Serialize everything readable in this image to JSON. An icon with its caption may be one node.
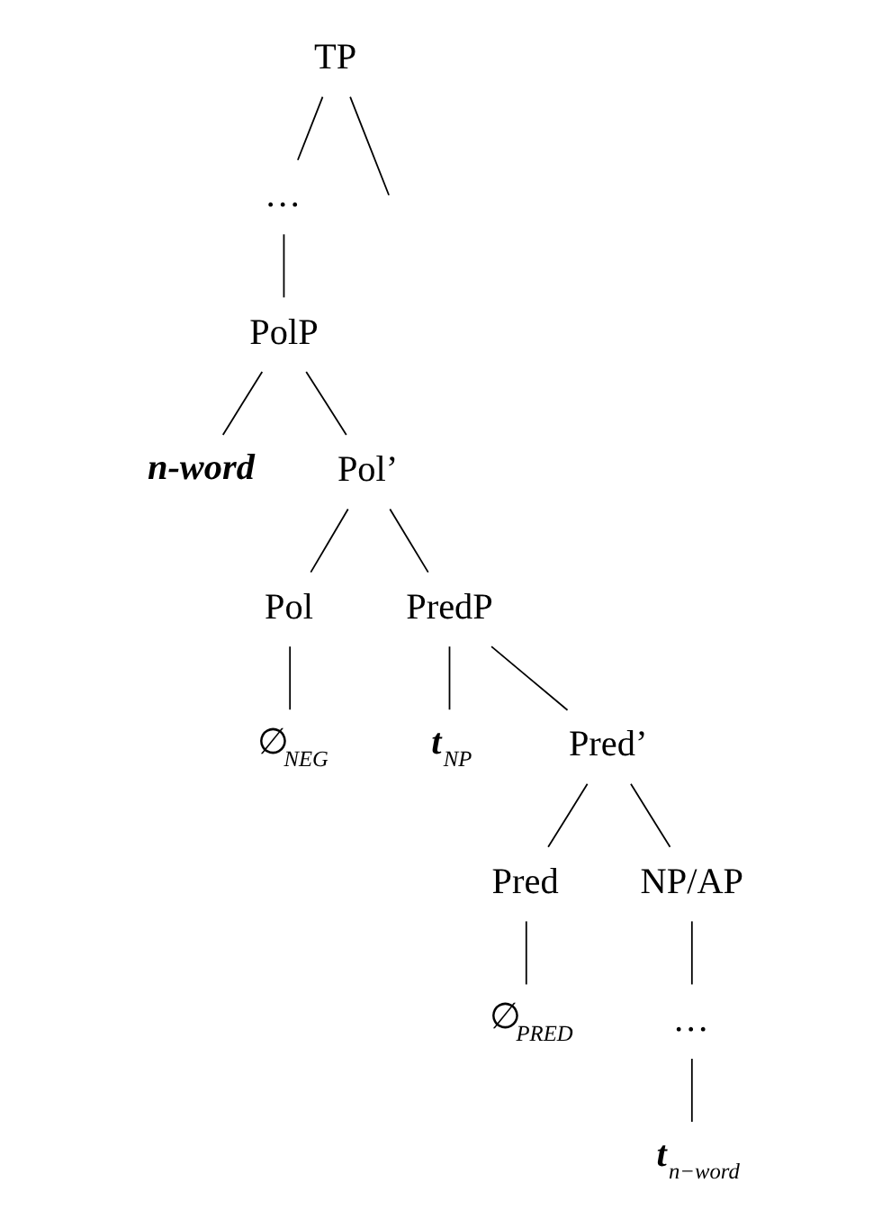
{
  "diagram": {
    "nodes": [
      {
        "text": [
          "TP"
        ]
      },
      {
        "text": [
          "…"
        ]
      },
      {
        "text": [
          "PolP"
        ]
      },
      {
        "text": [
          "n-word"
        ]
      },
      {
        "text": [
          "Pol’"
        ]
      },
      {
        "text": [
          "Pol"
        ]
      },
      {
        "text": [
          "PredP"
        ]
      },
      {
        "text": [
          "∅$_{NEG}$"
        ]
      },
      {
        "text": [
          "t$_{NP}$"
        ]
      },
      {
        "text": [
          "Pred’"
        ]
      },
      {
        "text": [
          "Pred"
        ]
      },
      {
        "text": [
          "NP/AP"
        ]
      },
      {
        "text": [
          "∅$_{PRED}$"
        ]
      },
      {
        "text": [
          "…"
        ]
      },
      {
        "text": [
          "t$_{n−word}$"
        ]
      }
    ],
    "edges": [
      {
        "from": 0,
        "to": null,
        "arrow": "none"
      },
      {
        "from": 0,
        "to": 1,
        "arrow": "none"
      },
      {
        "from": 1,
        "to": 2,
        "arrow": "none"
      },
      {
        "from": 2,
        "to": 3,
        "arrow": "none"
      },
      {
        "from": 2,
        "to": 4,
        "arrow": "none"
      },
      {
        "from": 4,
        "to": 5,
        "arrow": "none"
      },
      {
        "from": 4,
        "to": 6,
        "arrow": "none"
      },
      {
        "from": 5,
        "to": 7,
        "arrow": "none"
      },
      {
        "from": 6,
        "to": 8,
        "arrow": "none"
      },
      {
        "from": 6,
        "to": 9,
        "arrow": "none"
      },
      {
        "from": 9,
        "to": 10,
        "arrow": "none"
      },
      {
        "from": 9,
        "to": 11,
        "arrow": "none"
      },
      {
        "from": 10,
        "to": 12,
        "arrow": "none"
      },
      {
        "from": 11,
        "to": 13,
        "arrow": "none"
      },
      {
        "from": 13,
        "to": 14,
        "arrow": "none"
      }
    ]
  }
}
